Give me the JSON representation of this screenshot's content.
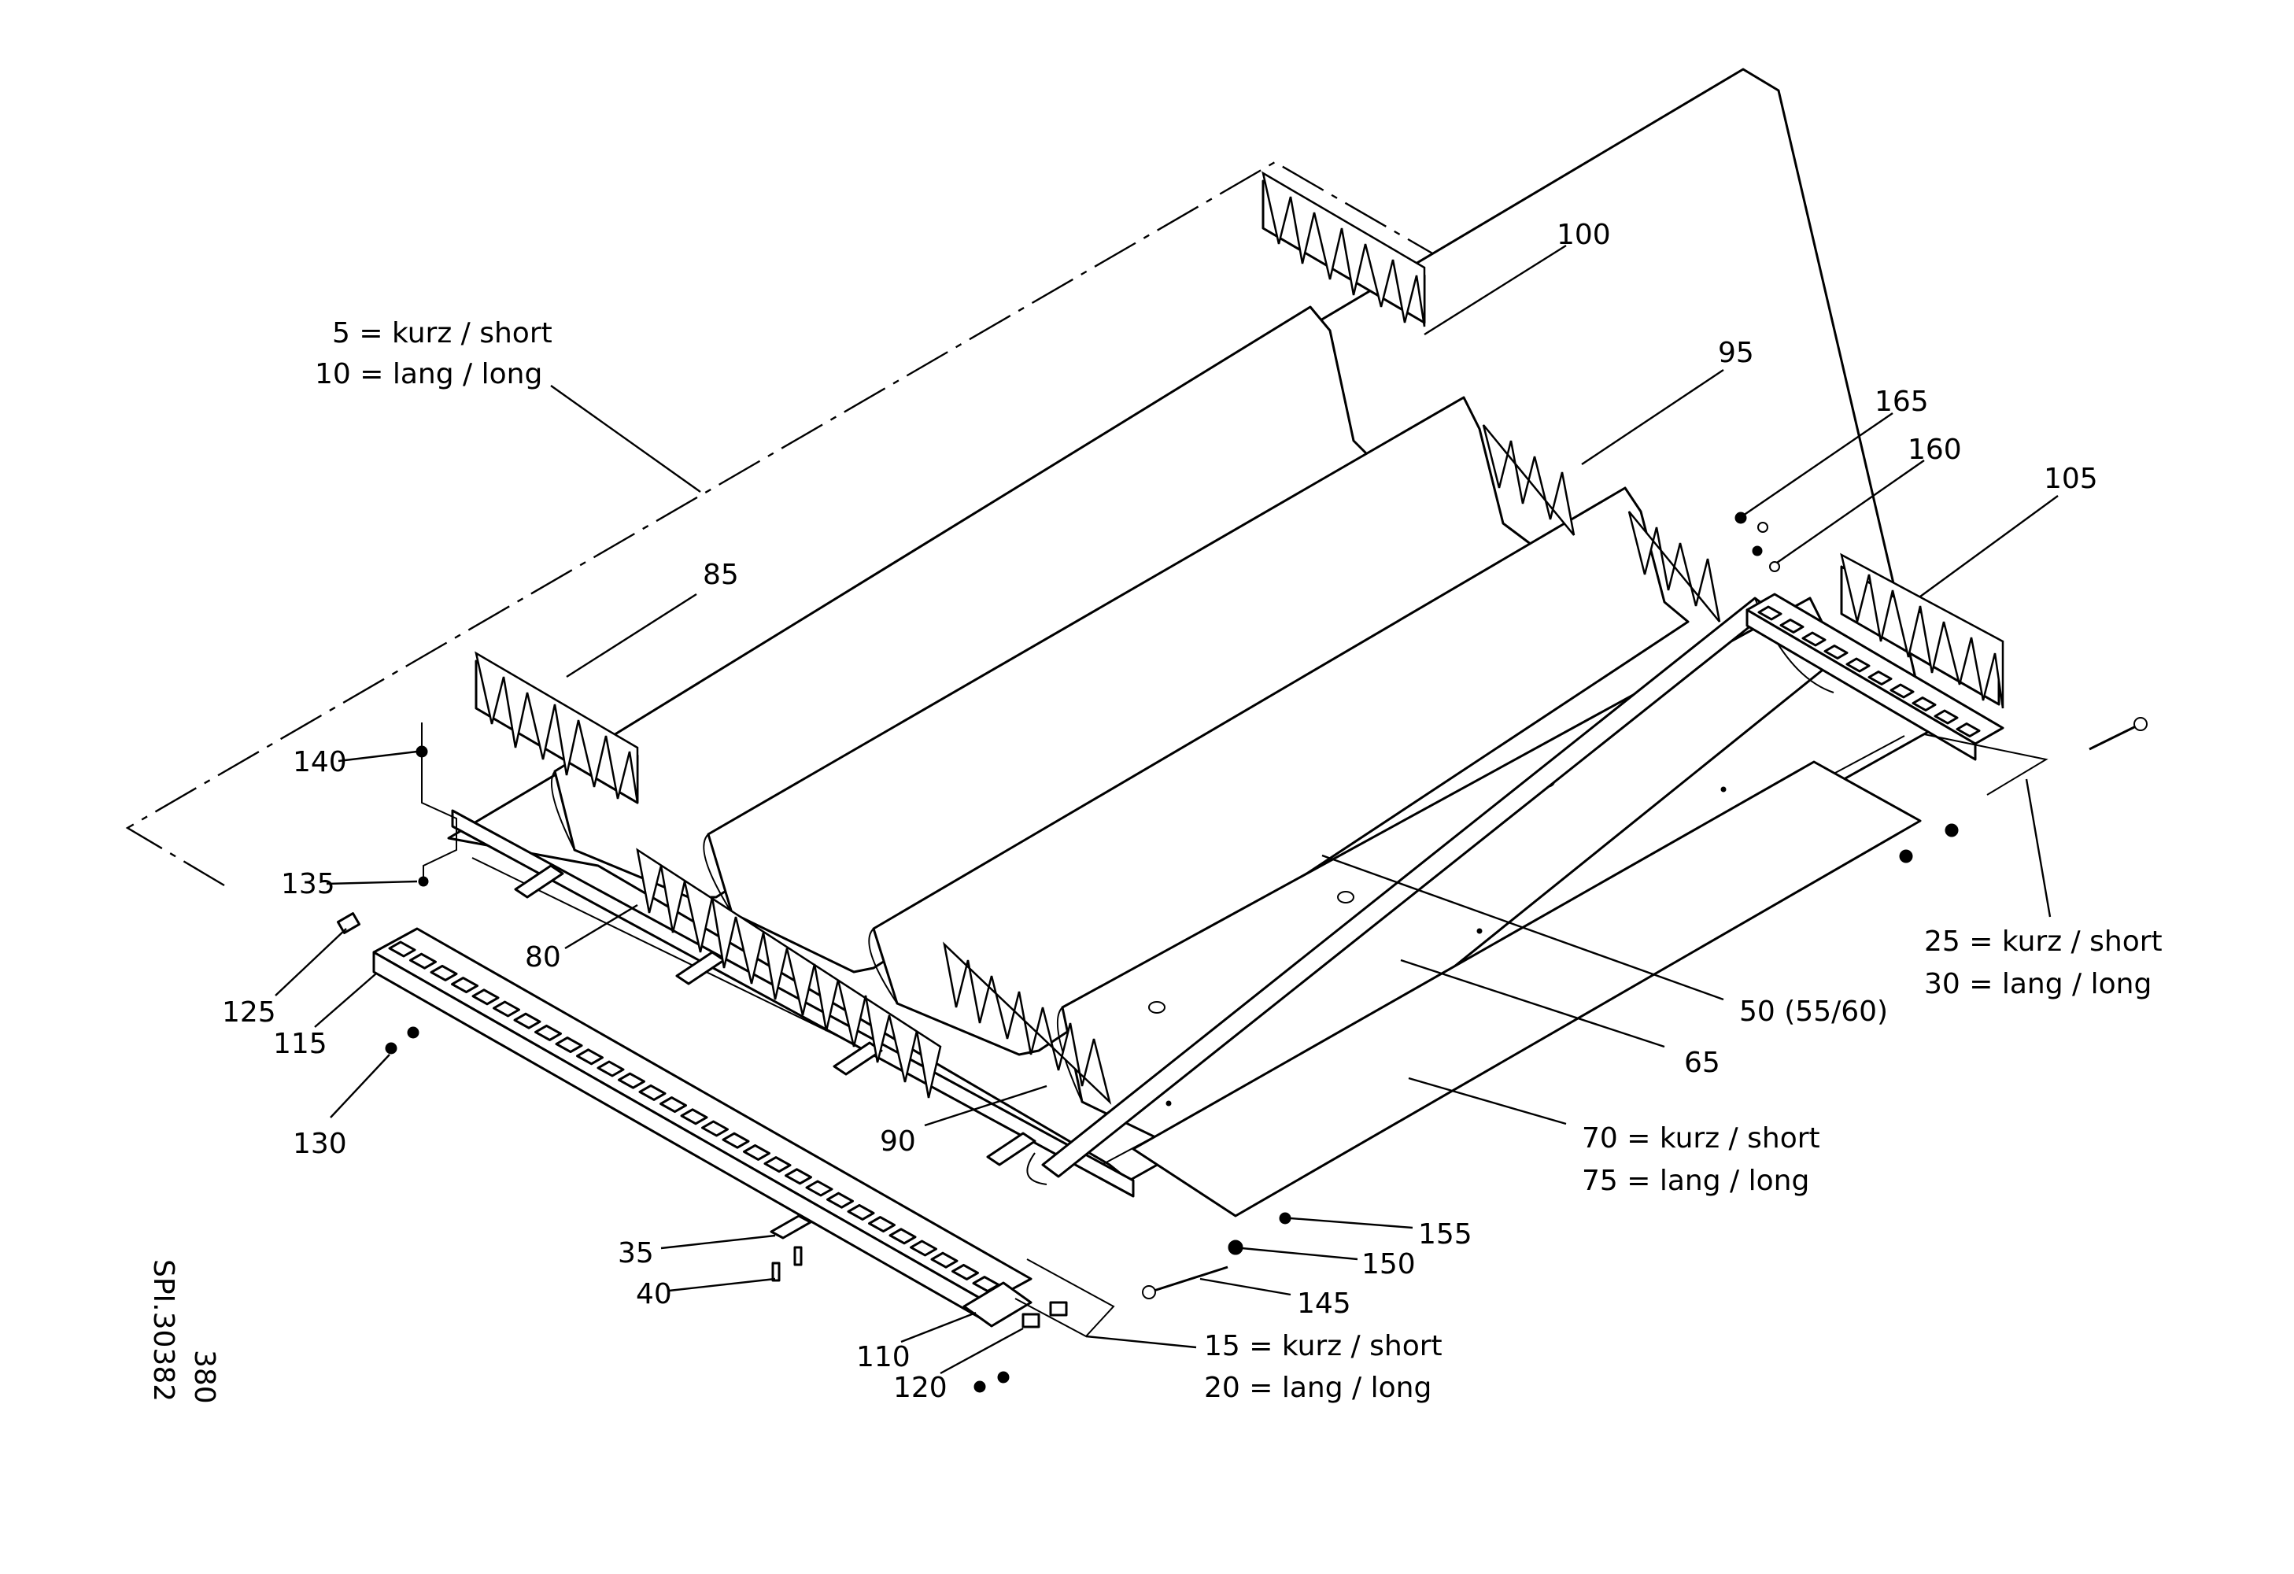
{
  "callouts": {
    "c5": "5 = kurz / short",
    "c10": "10 = lang / long",
    "c100": "100",
    "c95": "95",
    "c165": "165",
    "c160": "160",
    "c105": "105",
    "c85": "85",
    "c140": "140",
    "c135": "135",
    "c80": "80",
    "c125": "125",
    "c115": "115",
    "c130": "130",
    "c90": "90",
    "c25": "25 = kurz / short",
    "c30": "30 = lang / long",
    "c50": "50 (55/60)",
    "c65": "65",
    "c70": "70 = kurz / short",
    "c75": "75 = lang / long",
    "c155": "155",
    "c150": "150",
    "c145": "145",
    "c35": "35",
    "c40": "40",
    "c110": "110",
    "c120": "120",
    "c15": "15 = kurz / short",
    "c20": "20 = lang / long"
  },
  "drawing_id": {
    "page": "380",
    "code": "SPI.30382"
  }
}
